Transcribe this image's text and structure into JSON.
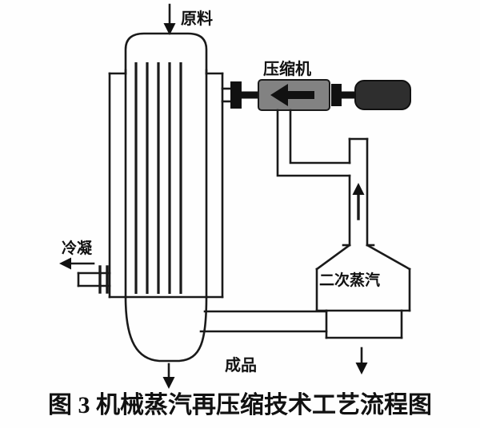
{
  "figure": {
    "caption": "图 3 机械蒸汽再压缩技术工艺流程图"
  },
  "labels": {
    "feed": "原料",
    "compressor": "压缩机",
    "condensate": "冷凝",
    "secondary_steam": "二次蒸汽",
    "product": "成品"
  },
  "colors": {
    "line": "#1a1a1a",
    "flange": "#111111",
    "compressor_body": "#828282",
    "motor_body": "#2e2e2e",
    "background": "#fefefe"
  }
}
